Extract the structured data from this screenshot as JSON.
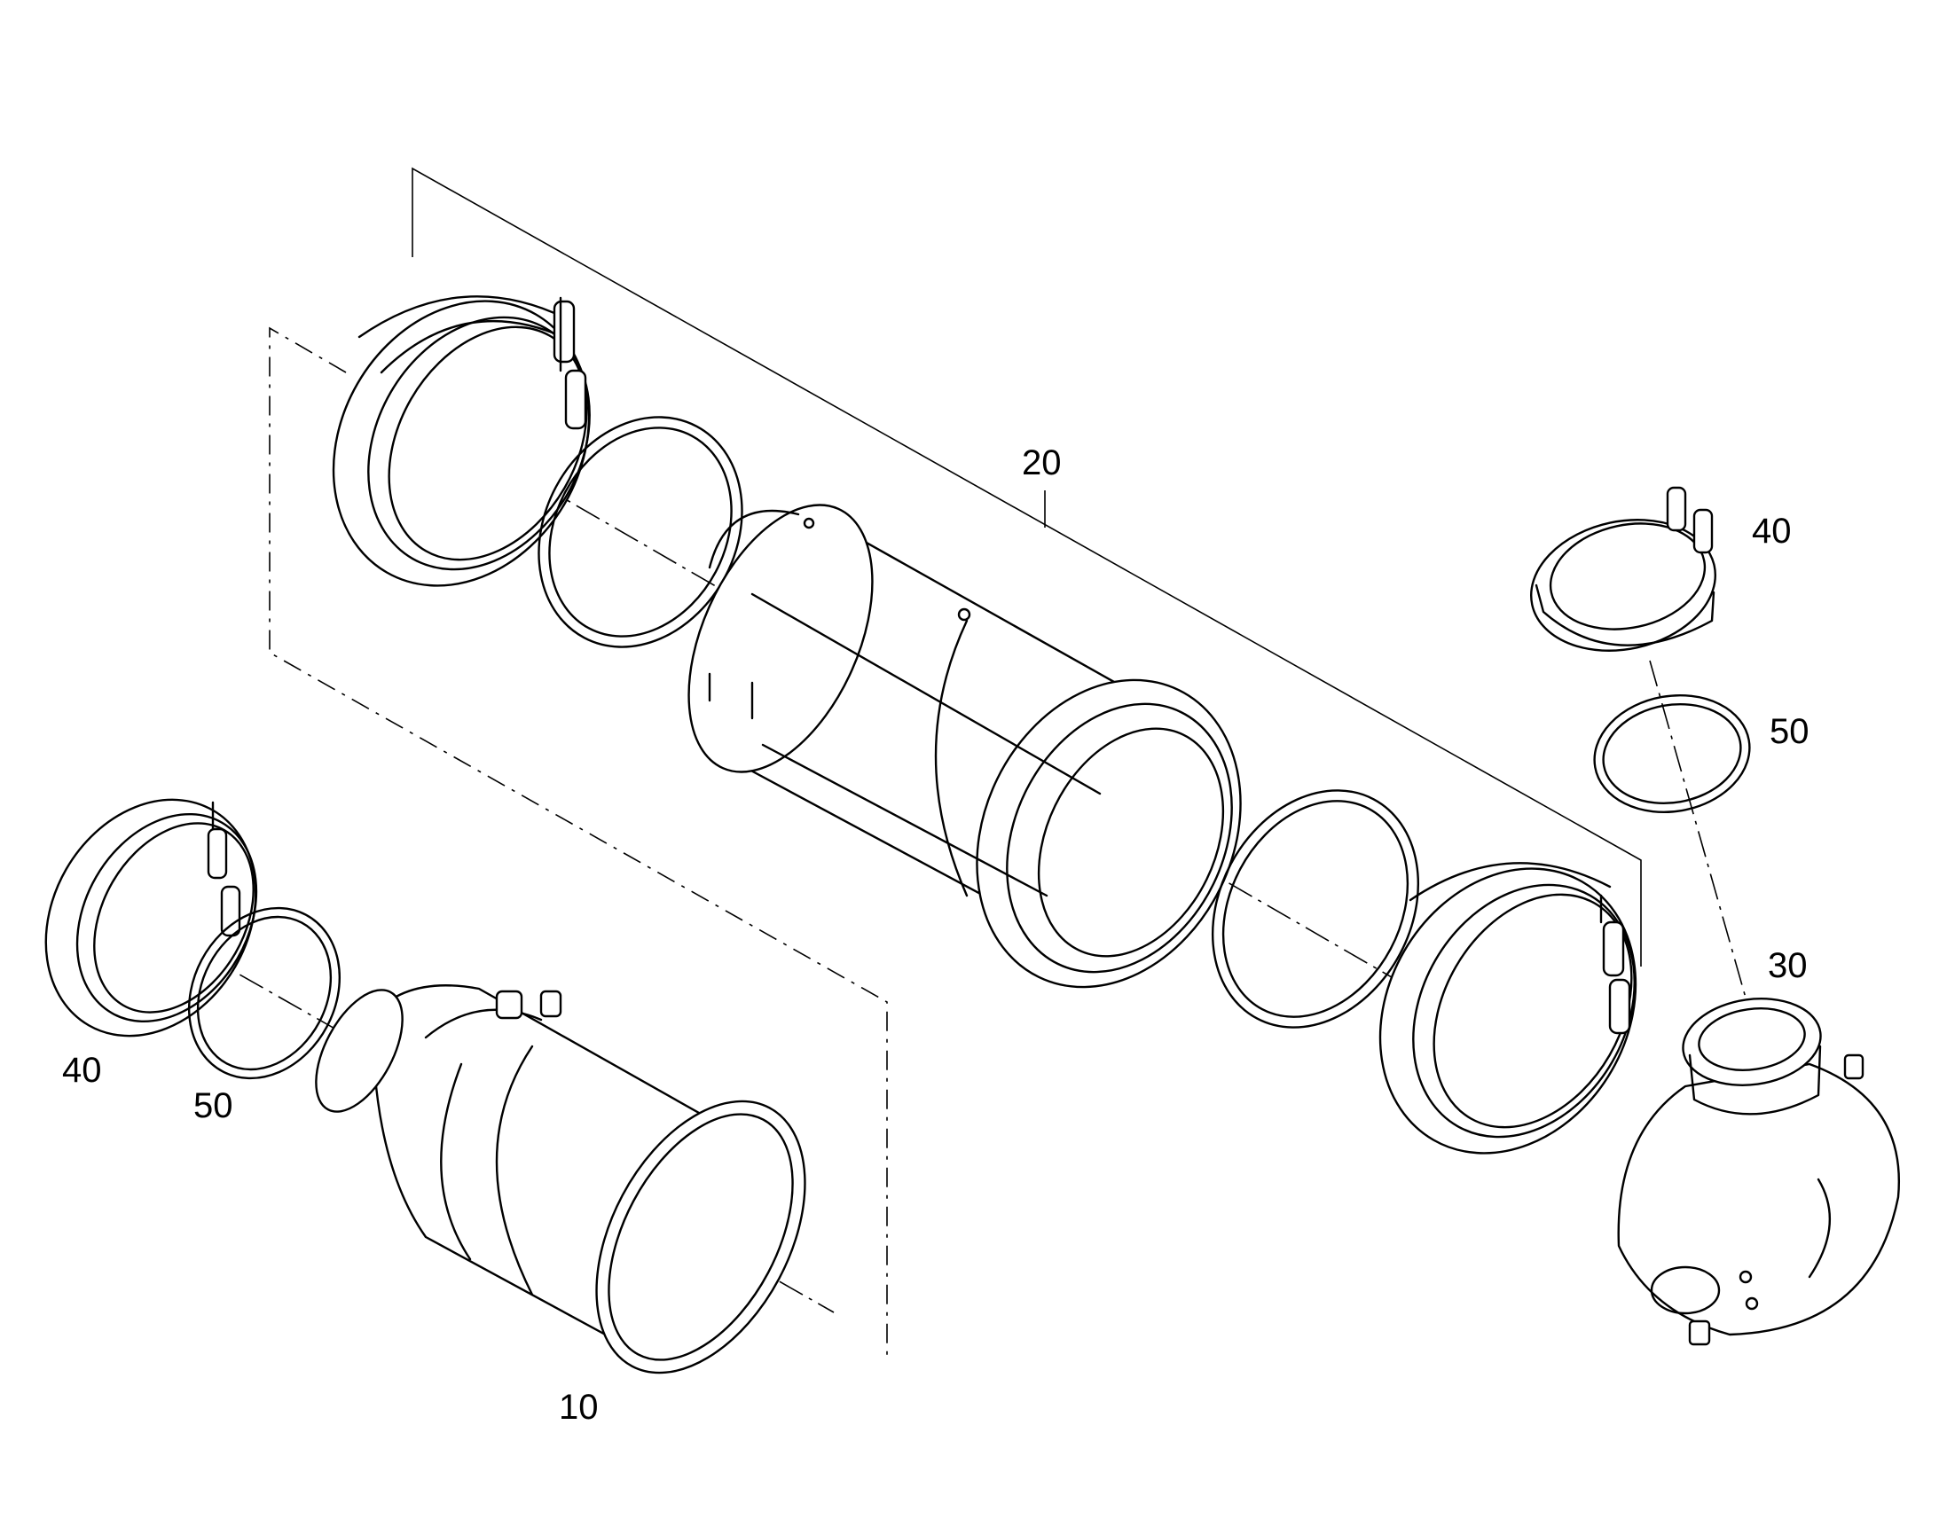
{
  "diagram": {
    "callouts": {
      "c10": "10",
      "c20": "20",
      "c30": "30",
      "c40_left": "40",
      "c40_right": "40",
      "c50_left": "50",
      "c50_right": "50"
    },
    "line_color": "#000000",
    "background": "#ffffff"
  }
}
